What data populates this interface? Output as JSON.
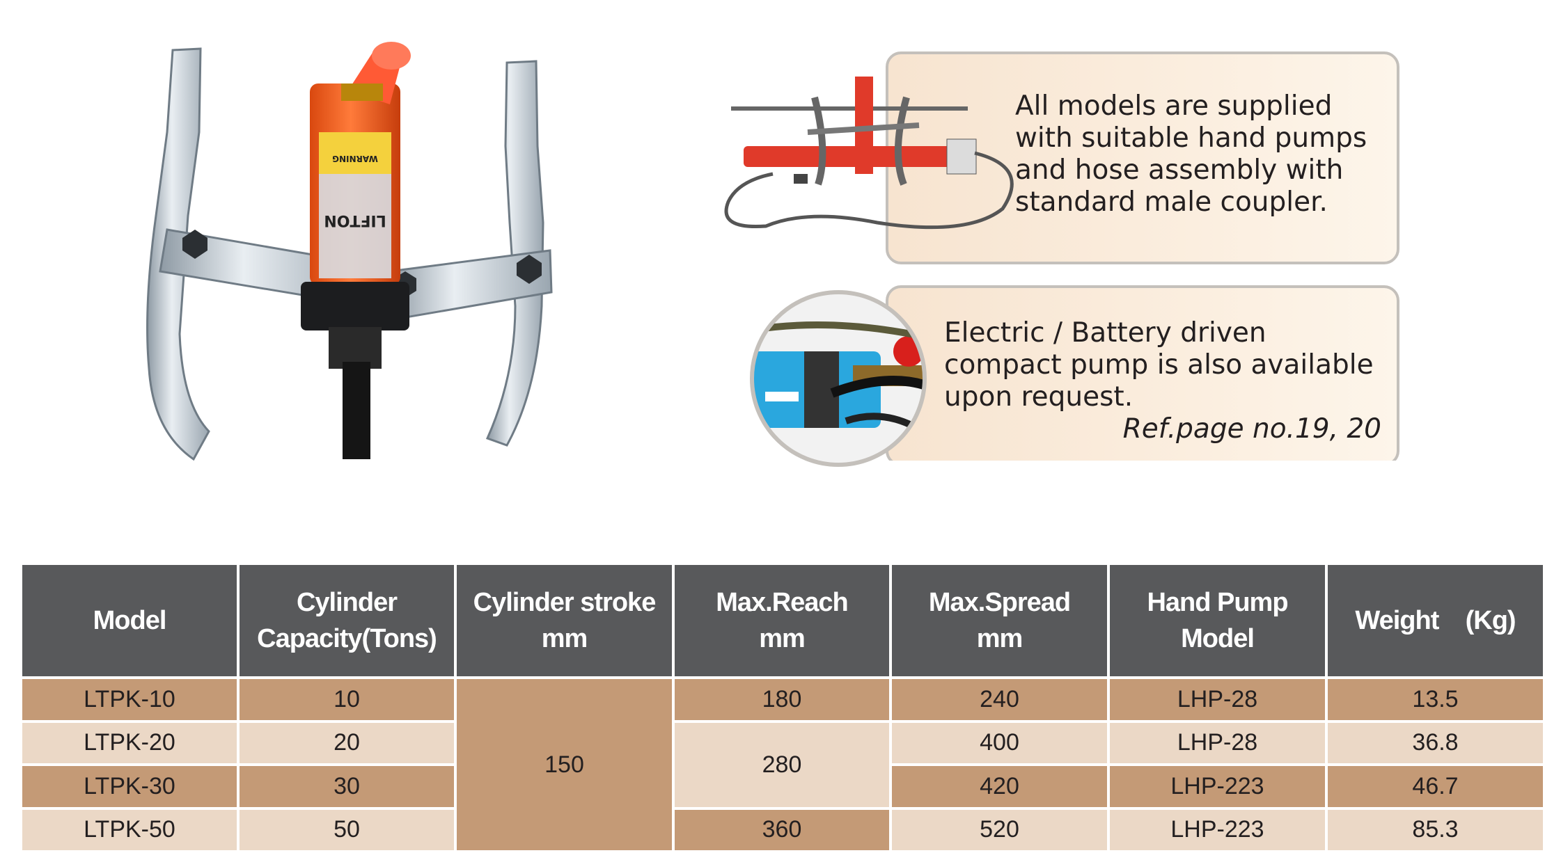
{
  "callouts": {
    "pumps_text": "All models are supplied with suitable hand pumps and hose assembly with standard male coupler.",
    "electric_text": "Electric / Battery driven compact pump is also available upon request.",
    "reference": "Ref.page no.19, 20"
  },
  "brand": {
    "name": "LIFTON",
    "warning": "WARNING"
  },
  "colors": {
    "header_bg": "#58595b",
    "row_dark": "#c49a76",
    "row_light": "#ebd8c6",
    "cylinder_red": "#f26722",
    "pump_blue": "#2aa7de"
  },
  "table": {
    "headers": {
      "model": "Model",
      "capacity_1": "Cylinder",
      "capacity_2": "Capacity(Tons)",
      "stroke_1": "Cylinder stroke",
      "stroke_2": "mm",
      "reach_1": "Max.Reach",
      "reach_2": "mm",
      "spread_1": "Max.Spread",
      "spread_2": "mm",
      "pump": "Hand Pump Model",
      "weight": "Weight    (Kg)"
    },
    "stroke_all": "150",
    "reach_top": "180",
    "reach_mid": "280",
    "reach_bottom": "360",
    "rows": [
      {
        "model": "LTPK-10",
        "capacity": "10",
        "spread": "240",
        "pump": "LHP-28",
        "weight": "13.5"
      },
      {
        "model": "LTPK-20",
        "capacity": "20",
        "spread": "400",
        "pump": "LHP-28",
        "weight": "36.8"
      },
      {
        "model": "LTPK-30",
        "capacity": "30",
        "spread": "420",
        "pump": "LHP-223",
        "weight": "46.7"
      },
      {
        "model": "LTPK-50",
        "capacity": "50",
        "spread": "520",
        "pump": "LHP-223",
        "weight": "85.3"
      }
    ]
  }
}
